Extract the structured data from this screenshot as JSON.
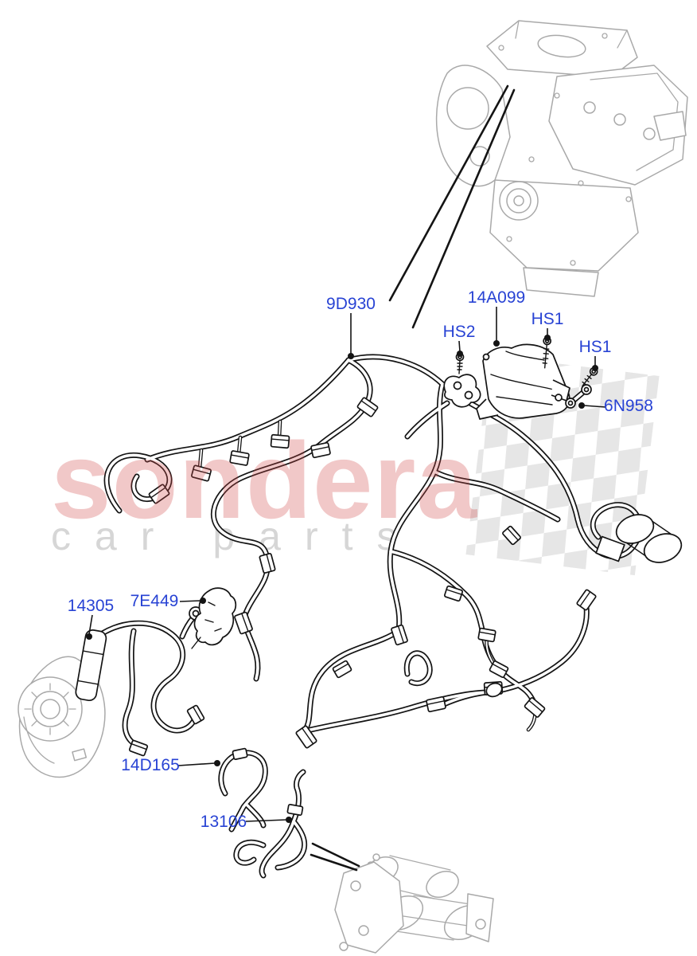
{
  "diagram": {
    "callouts": [
      {
        "part_number": "9D930"
      },
      {
        "part_number": "14A099"
      },
      {
        "part_number": "HS2"
      },
      {
        "part_number": "HS1"
      },
      {
        "part_number": "HS1"
      },
      {
        "part_number": "6N958"
      },
      {
        "part_number": "7E449"
      },
      {
        "part_number": "14305"
      },
      {
        "part_number": "14D165"
      },
      {
        "part_number": "13106"
      }
    ],
    "colors": {
      "callout_blue": "#2843d4",
      "harness_line": "#141414",
      "component_gray": "#a9a9a9"
    }
  },
  "watermark": {
    "brand": "sondera",
    "subtitle": "car parts",
    "brand_color": "#d04a4a",
    "subtitle_color": "#cccccc",
    "flag_color": "#e4e4e4"
  }
}
